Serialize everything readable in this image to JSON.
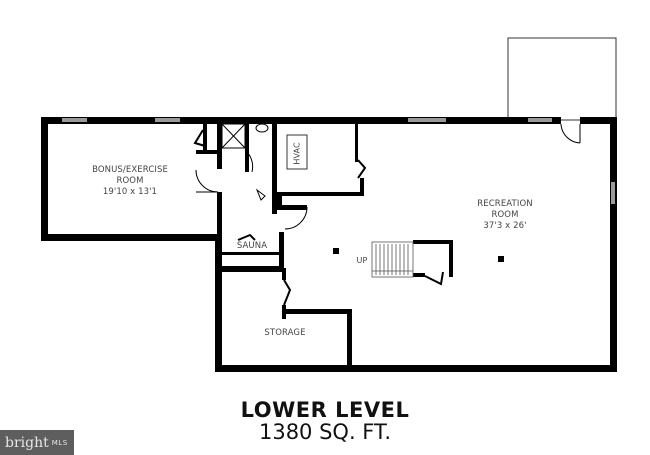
{
  "floorplan": {
    "rooms": [
      {
        "name": "BONUS/EXERCISE",
        "name2": "ROOM",
        "dims": "19'10 x 13'1"
      },
      {
        "name": "RECREATION",
        "name2": "ROOM",
        "dims": "37'3 x 26'"
      },
      {
        "name": "SAUNA"
      },
      {
        "name": "STORAGE"
      },
      {
        "name": "HVAC"
      }
    ],
    "stairs_label": "UP",
    "title": "LOWER LEVEL",
    "area": "1380 SQ. FT."
  },
  "logo": {
    "brand": "bright",
    "suffix": "MLS",
    "bg_color": "#5e5e5e"
  },
  "colors": {
    "wall": "#000000",
    "window": "#9a9a9a",
    "text": "#444444"
  }
}
